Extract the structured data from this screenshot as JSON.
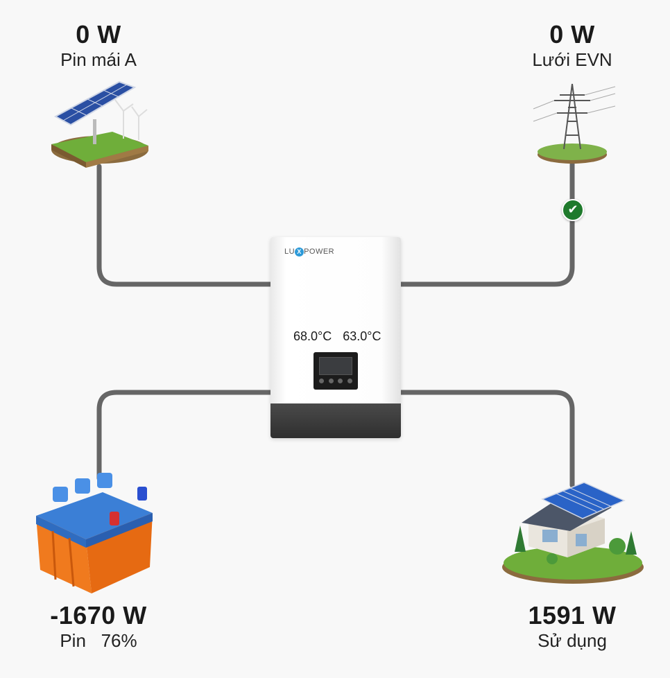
{
  "nodes": {
    "solar": {
      "power": "0 W",
      "name": "Pin mái A"
    },
    "grid": {
      "power": "0 W",
      "name": "Lưới EVN",
      "status_icon": "check-circle-icon"
    },
    "battery": {
      "power": "-1670 W",
      "name": "Pin   76%"
    },
    "home": {
      "power": "1591 W",
      "name": "Sử dụng"
    }
  },
  "inverter": {
    "brand": "LUXPOWER",
    "temp_1": "68.0°C",
    "temp_2": "63.0°C"
  },
  "colors": {
    "line": "#666666",
    "status_ok": "#1f7a2c",
    "background": "#f8f8f8"
  }
}
